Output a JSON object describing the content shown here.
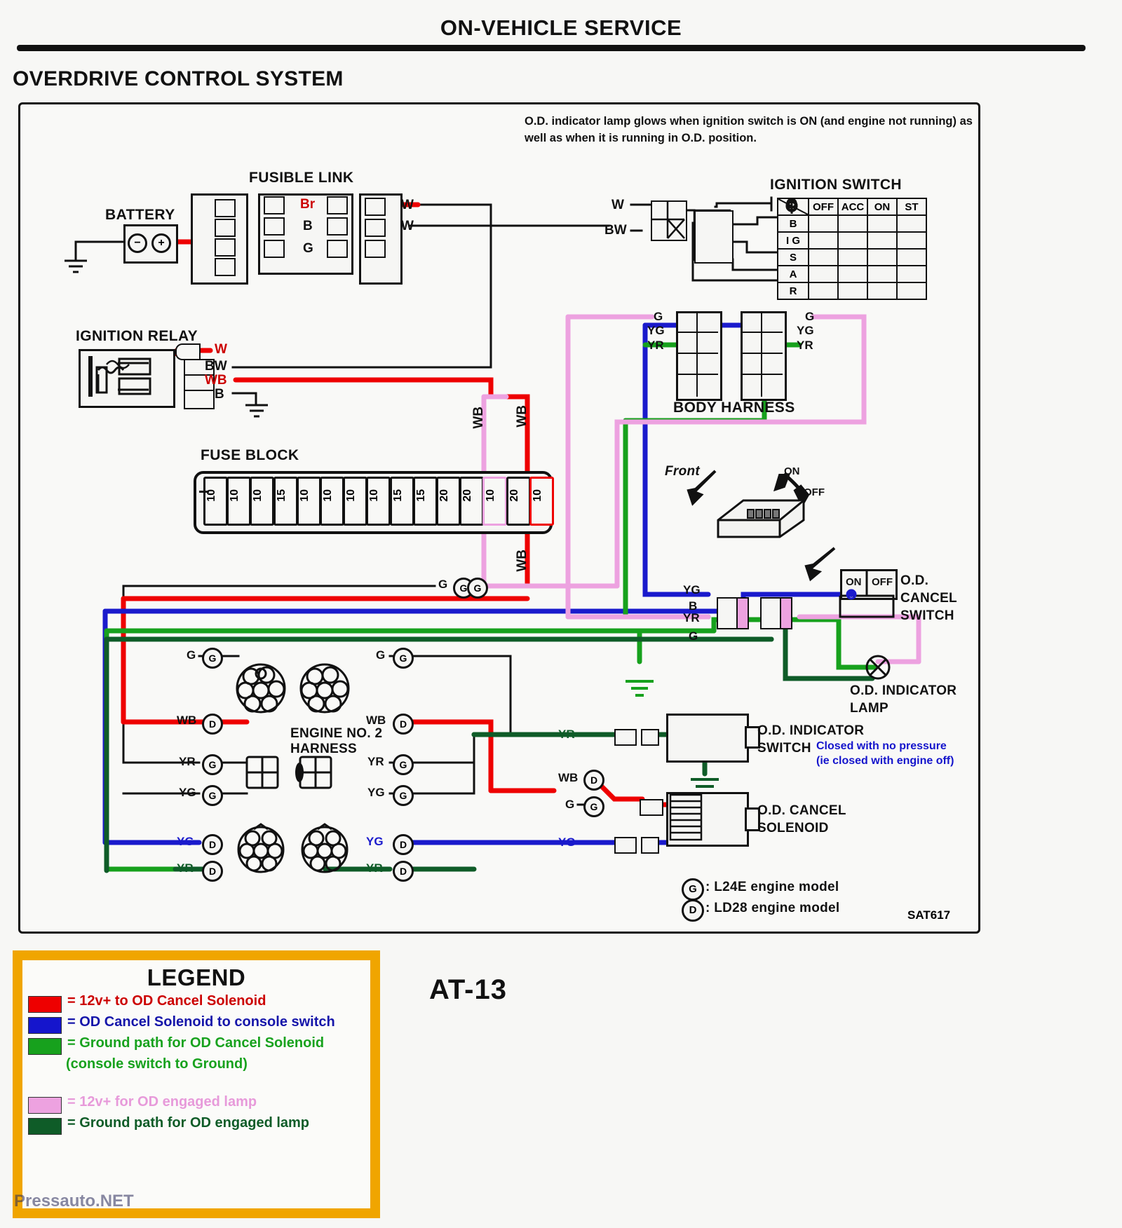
{
  "header": {
    "page_title": "ON-VEHICLE SERVICE",
    "section_title": "OVERDRIVE CONTROL SYSTEM",
    "note": "O.D. indicator lamp glows when ignition switch is ON (and engine not running) as well as when it is running in O.D. position."
  },
  "components": {
    "battery": "BATTERY",
    "fusible_link": "FUSIBLE LINK",
    "ignition_switch": "IGNITION SWITCH",
    "ignition_relay": "IGNITION RELAY",
    "fuse_block": "FUSE BLOCK",
    "body_harness": "BODY HARNESS",
    "engine_harness": "ENGINE NO. 2",
    "engine_harness2": "HARNESS",
    "od_cancel_switch_1": "O.D.",
    "od_cancel_switch_2": "CANCEL",
    "od_cancel_switch_3": "SWITCH",
    "od_indicator_lamp_1": "O.D. INDICATOR",
    "od_indicator_lamp_2": "LAMP",
    "od_indicator_switch_1": "O.D. INDICATOR",
    "od_indicator_switch_2": "SWITCH",
    "od_cancel_solenoid_1": "O.D. CANCEL",
    "od_cancel_solenoid_2": "SOLENOID",
    "front_label": "Front",
    "on_label": "ON",
    "off_label": "OFF",
    "drawing_code": "SAT617",
    "page_code": "AT-13"
  },
  "annotations": {
    "indicator_switch_note_l1": "Closed with no pressure",
    "indicator_switch_note_l2": "(ie closed with engine off)"
  },
  "ignition_switch_table": {
    "corner": "",
    "columns": [
      "OFF",
      "ACC",
      "ON",
      "ST"
    ],
    "rows": [
      {
        "label": "B",
        "contacts": [
          false,
          true,
          true,
          true
        ]
      },
      {
        "label": "I G",
        "contacts": [
          false,
          false,
          true,
          true
        ]
      },
      {
        "label": "S",
        "contacts": [
          false,
          false,
          false,
          true
        ]
      },
      {
        "label": "A",
        "contacts": [
          false,
          true,
          true,
          false
        ]
      },
      {
        "label": "R",
        "contacts": [
          false,
          false,
          false,
          true
        ]
      }
    ]
  },
  "fusible_link_labels": [
    "Br",
    "B",
    "G"
  ],
  "fuse_block": {
    "ratings": [
      "10",
      "10",
      "10",
      "15",
      "10",
      "10",
      "10",
      "10",
      "15",
      "15",
      "20",
      "20",
      "10",
      "20",
      "10"
    ]
  },
  "wire_labels": {
    "w1": "W",
    "w2": "W",
    "w3": "W",
    "bw1": "BW",
    "bw2": "BW",
    "wb1": "WB",
    "wb2": "WB",
    "wb3": "WB",
    "wb4": "WB",
    "b1": "B",
    "g_list": "G",
    "yg": "YG",
    "yr": "YR"
  },
  "harness_pins": {
    "left": [
      "G",
      "YG",
      "YR"
    ],
    "right": [
      "G",
      "YG",
      "YR"
    ]
  },
  "engine_rows": [
    {
      "left": "G",
      "right": "G"
    },
    {
      "left": "WB",
      "right": "WB"
    },
    {
      "left": "YR",
      "right": "YR"
    },
    {
      "left": "YG",
      "right": "YG"
    },
    {
      "left": "YG",
      "right": "YG"
    },
    {
      "left": "YR",
      "right": "YR"
    }
  ],
  "model_key": [
    {
      "mark": "G",
      "text": ": L24E engine model"
    },
    {
      "mark": "D",
      "text": ": LD28 engine model"
    }
  ],
  "od_switch_positions": [
    "ON",
    "OFF"
  ],
  "legend": {
    "title": "LEGEND",
    "items": [
      {
        "color": "#ee0000",
        "text": "= 12v+ to OD Cancel Solenoid",
        "text_color": "#cc0000"
      },
      {
        "color": "#1515cc",
        "text": "= OD Cancel Solenoid to console switch",
        "text_color": "#1515aa"
      },
      {
        "color": "#17a11d",
        "text": "= Ground path for OD Cancel Solenoid",
        "text_color": "#18a21e"
      },
      {
        "color": "",
        "text": "(console switch to Ground)",
        "text_color": "#18a21e"
      },
      {
        "color": "#eda2e0",
        "text": "= 12v+ for OD engaged lamp",
        "text_color": "#e79ada"
      },
      {
        "color": "#0f5c28",
        "text": "= Ground path for OD engaged lamp",
        "text_color": "#0f5c28"
      }
    ]
  },
  "watermark": "Pressauto.NET",
  "colors": {
    "red": "#ee0000",
    "blue": "#1a1aCC",
    "green_bright": "#17a11d",
    "green_dark": "#0f5c28",
    "pink": "#eda2e0",
    "black": "#111111",
    "legend_border": "#f0a500"
  }
}
